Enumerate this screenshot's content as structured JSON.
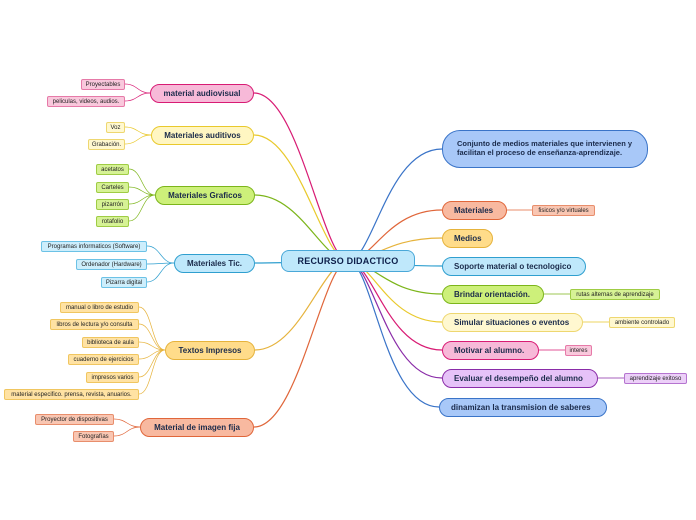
{
  "central": "RECURSO DIDACTICO",
  "left": [
    {
      "label": "material audiovisual",
      "color": "#d81b74",
      "leaves": [
        "Proyectables",
        "peliculas, videos, audios."
      ]
    },
    {
      "label": "Materiales auditivos",
      "color": "#e9c92c",
      "leaves": [
        "Voz",
        "Grabación."
      ]
    },
    {
      "label": "Materiales Graficos",
      "color": "#7cb51a",
      "leaves": [
        "acetatos",
        "Carteles",
        "pizarrón",
        "rotafolio"
      ]
    },
    {
      "label": "Materiales Tic.",
      "color": "#2f9fcf",
      "leaves": [
        "Programas informaticos (Software)",
        "Ordenador (Hardware)",
        "Pizarra digital"
      ]
    },
    {
      "label": "Textos Impresos",
      "color": "#e6b33c",
      "leaves": [
        "manual o libro de estudio",
        "libros de lectura y/o consulta",
        "biblioteca de aula",
        "cuaderno de ejercicios",
        "impresos varios",
        "material especifico. prensa, revista, anuarios."
      ]
    },
    {
      "label": "Material de imagen fija",
      "color": "#e0663a",
      "leaves": [
        "Proyector de dispositivas",
        "Fotografías"
      ]
    }
  ],
  "right": [
    {
      "label": "Conjunto de medios materiales que intervienen y facilitan el proceso de enseñanza-aprendizaje.",
      "color": "#3a74c8"
    },
    {
      "label": "Materiales",
      "color": "#e0663a",
      "leaf": "fisicos y/o virtuales"
    },
    {
      "label": "Medios",
      "color": "#e6b33c"
    },
    {
      "label": "Soporte material o tecnologico",
      "color": "#2f9fcf"
    },
    {
      "label": "Brindar orientación.",
      "color": "#7cb51a",
      "leaf": "rutas alternas de aprendizaje"
    },
    {
      "label": "Simular situaciones o eventos",
      "color": "#e9c92c",
      "leaf": "ambiente controlado"
    },
    {
      "label": "Motivar al alumno.",
      "color": "#d81b74",
      "leaf": "interes"
    },
    {
      "label": "Evaluar el desempeño del alumno",
      "color": "#8a2ca8",
      "leaf": "aprendizaje exitoso"
    },
    {
      "label": "dinamizan la transmision de saberes",
      "color": "#3a74c8"
    }
  ]
}
